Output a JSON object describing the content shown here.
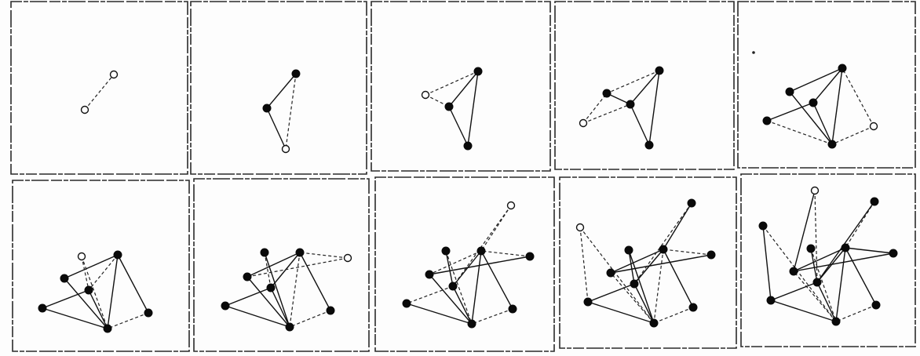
{
  "figure": {
    "description_free": true,
    "panel_count": 10,
    "colors": {
      "ink": "#111111",
      "background": "#fdfdfd",
      "open_node_fill": "#ffffff"
    },
    "panels": [
      {
        "id": 1,
        "nodes": [
          {
            "id": "a",
            "state": "open"
          },
          {
            "id": "b",
            "state": "open"
          }
        ],
        "edges": [
          {
            "from": "a",
            "to": "b",
            "style": "dashed"
          }
        ]
      },
      {
        "id": 2,
        "nodes": [
          {
            "id": "a",
            "state": "filled"
          },
          {
            "id": "b",
            "state": "filled"
          },
          {
            "id": "c",
            "state": "open"
          }
        ],
        "edges": [
          {
            "from": "a",
            "to": "b",
            "style": "solid"
          },
          {
            "from": "a",
            "to": "c",
            "style": "dashed"
          },
          {
            "from": "b",
            "to": "c",
            "style": "solid"
          }
        ]
      },
      {
        "id": 3,
        "nodes": [
          {
            "id": "a",
            "state": "filled"
          },
          {
            "id": "b",
            "state": "filled"
          },
          {
            "id": "c",
            "state": "filled"
          },
          {
            "id": "d",
            "state": "open"
          }
        ],
        "edges": [
          {
            "from": "a",
            "to": "b",
            "style": "solid"
          },
          {
            "from": "b",
            "to": "c",
            "style": "solid"
          },
          {
            "from": "a",
            "to": "c",
            "style": "solid"
          },
          {
            "from": "d",
            "to": "a",
            "style": "dashed"
          },
          {
            "from": "d",
            "to": "b",
            "style": "dashed"
          }
        ]
      },
      {
        "id": 4,
        "nodes": [
          {
            "id": "a",
            "state": "filled"
          },
          {
            "id": "b",
            "state": "filled"
          },
          {
            "id": "c",
            "state": "filled"
          },
          {
            "id": "d",
            "state": "filled"
          },
          {
            "id": "e",
            "state": "open"
          }
        ],
        "edges": [
          {
            "from": "a",
            "to": "d",
            "style": "dashed"
          },
          {
            "from": "a",
            "to": "c",
            "style": "solid"
          },
          {
            "from": "d",
            "to": "b",
            "style": "solid"
          },
          {
            "from": "b",
            "to": "c",
            "style": "solid"
          },
          {
            "from": "b",
            "to": "a",
            "style": "solid"
          },
          {
            "from": "e",
            "to": "d",
            "style": "dashed"
          },
          {
            "from": "e",
            "to": "b",
            "style": "dashed"
          }
        ]
      },
      {
        "id": 5,
        "nodes": [
          {
            "id": "a",
            "state": "filled"
          },
          {
            "id": "b",
            "state": "filled"
          },
          {
            "id": "c",
            "state": "filled"
          },
          {
            "id": "d",
            "state": "filled"
          },
          {
            "id": "e",
            "state": "filled"
          },
          {
            "id": "f",
            "state": "open"
          }
        ],
        "edges": [
          {
            "from": "a",
            "to": "b",
            "style": "solid"
          },
          {
            "from": "a",
            "to": "c",
            "style": "solid"
          },
          {
            "from": "a",
            "to": "d",
            "style": "solid"
          },
          {
            "from": "b",
            "to": "c",
            "style": "solid"
          },
          {
            "from": "c",
            "to": "d",
            "style": "solid"
          },
          {
            "from": "b",
            "to": "e",
            "style": "solid"
          },
          {
            "from": "e",
            "to": "c",
            "style": "dashed"
          },
          {
            "from": "f",
            "to": "c",
            "style": "dashed"
          },
          {
            "from": "f",
            "to": "a",
            "style": "dashed"
          }
        ]
      },
      {
        "id": 6,
        "nodes": [
          {
            "id": "a",
            "state": "filled"
          },
          {
            "id": "b",
            "state": "filled"
          },
          {
            "id": "c",
            "state": "filled"
          },
          {
            "id": "d",
            "state": "filled"
          },
          {
            "id": "e",
            "state": "filled"
          },
          {
            "id": "f",
            "state": "filled"
          },
          {
            "id": "g",
            "state": "open"
          }
        ],
        "edges": [
          {
            "from": "a",
            "to": "b",
            "style": "dashed"
          },
          {
            "from": "a",
            "to": "c",
            "style": "solid"
          },
          {
            "from": "a",
            "to": "d",
            "style": "solid"
          },
          {
            "from": "b",
            "to": "c",
            "style": "solid"
          },
          {
            "from": "c",
            "to": "d",
            "style": "solid"
          },
          {
            "from": "b",
            "to": "e",
            "style": "solid"
          },
          {
            "from": "e",
            "to": "c",
            "style": "solid"
          },
          {
            "from": "f",
            "to": "c",
            "style": "dashed"
          },
          {
            "from": "f",
            "to": "a",
            "style": "solid"
          },
          {
            "from": "g",
            "to": "b",
            "style": "dashed"
          },
          {
            "from": "g",
            "to": "c",
            "style": "dashed"
          }
        ]
      },
      {
        "id": 7,
        "nodes": [
          {
            "id": "a",
            "state": "filled"
          },
          {
            "id": "b",
            "state": "filled"
          },
          {
            "id": "c",
            "state": "filled"
          },
          {
            "id": "d",
            "state": "filled"
          },
          {
            "id": "e",
            "state": "filled"
          },
          {
            "id": "f",
            "state": "filled"
          },
          {
            "id": "g",
            "state": "filled"
          },
          {
            "id": "h",
            "state": "open"
          }
        ],
        "edges": [
          {
            "from": "a",
            "to": "b",
            "style": "solid"
          },
          {
            "from": "a",
            "to": "c",
            "style": "dashed"
          },
          {
            "from": "a",
            "to": "d",
            "style": "solid"
          },
          {
            "from": "b",
            "to": "c",
            "style": "solid"
          },
          {
            "from": "c",
            "to": "d",
            "style": "solid"
          },
          {
            "from": "b",
            "to": "e",
            "style": "solid"
          },
          {
            "from": "e",
            "to": "c",
            "style": "solid"
          },
          {
            "from": "f",
            "to": "c",
            "style": "dashed"
          },
          {
            "from": "f",
            "to": "a",
            "style": "solid"
          },
          {
            "from": "g",
            "to": "b",
            "style": "dashed"
          },
          {
            "from": "g",
            "to": "c",
            "style": "solid"
          },
          {
            "from": "h",
            "to": "a",
            "style": "dashed"
          },
          {
            "from": "h",
            "to": "d",
            "style": "dashed"
          }
        ]
      },
      {
        "id": 8,
        "nodes": [
          {
            "id": "a",
            "state": "filled"
          },
          {
            "id": "b",
            "state": "filled"
          },
          {
            "id": "c",
            "state": "filled"
          },
          {
            "id": "d",
            "state": "filled"
          },
          {
            "id": "e",
            "state": "filled"
          },
          {
            "id": "f",
            "state": "filled"
          },
          {
            "id": "g",
            "state": "filled"
          },
          {
            "id": "h",
            "state": "filled"
          },
          {
            "id": "i",
            "state": "open"
          }
        ],
        "edges": [
          {
            "from": "a",
            "to": "b",
            "style": "solid"
          },
          {
            "from": "a",
            "to": "c",
            "style": "solid"
          },
          {
            "from": "a",
            "to": "d",
            "style": "dashed"
          },
          {
            "from": "b",
            "to": "c",
            "style": "solid"
          },
          {
            "from": "c",
            "to": "d",
            "style": "solid"
          },
          {
            "from": "b",
            "to": "e",
            "style": "dashed"
          },
          {
            "from": "e",
            "to": "c",
            "style": "solid"
          },
          {
            "from": "f",
            "to": "c",
            "style": "dashed"
          },
          {
            "from": "f",
            "to": "a",
            "style": "solid"
          },
          {
            "from": "g",
            "to": "b",
            "style": "solid"
          },
          {
            "from": "g",
            "to": "c",
            "style": "dashed"
          },
          {
            "from": "h",
            "to": "a",
            "style": "dashed"
          },
          {
            "from": "h",
            "to": "d",
            "style": "solid"
          },
          {
            "from": "i",
            "to": "a",
            "style": "dashed"
          },
          {
            "from": "i",
            "to": "b",
            "style": "dashed"
          }
        ]
      },
      {
        "id": 9,
        "nodes": [
          {
            "id": "a",
            "state": "filled"
          },
          {
            "id": "b",
            "state": "filled"
          },
          {
            "id": "c",
            "state": "filled"
          },
          {
            "id": "d",
            "state": "filled"
          },
          {
            "id": "e",
            "state": "filled"
          },
          {
            "id": "f",
            "state": "filled"
          },
          {
            "id": "g",
            "state": "filled"
          },
          {
            "id": "h",
            "state": "filled"
          },
          {
            "id": "i",
            "state": "filled"
          },
          {
            "id": "j",
            "state": "open"
          }
        ],
        "edges": [
          {
            "from": "a",
            "to": "b",
            "style": "solid"
          },
          {
            "from": "a",
            "to": "c",
            "style": "dashed"
          },
          {
            "from": "a",
            "to": "d",
            "style": "solid"
          },
          {
            "from": "b",
            "to": "c",
            "style": "solid"
          },
          {
            "from": "c",
            "to": "d",
            "style": "dashed"
          },
          {
            "from": "b",
            "to": "e",
            "style": "solid"
          },
          {
            "from": "e",
            "to": "c",
            "style": "solid"
          },
          {
            "from": "f",
            "to": "c",
            "style": "dashed"
          },
          {
            "from": "f",
            "to": "a",
            "style": "solid"
          },
          {
            "from": "g",
            "to": "b",
            "style": "solid"
          },
          {
            "from": "g",
            "to": "c",
            "style": "solid"
          },
          {
            "from": "h",
            "to": "a",
            "style": "dashed"
          },
          {
            "from": "h",
            "to": "d",
            "style": "solid"
          },
          {
            "from": "i",
            "to": "a",
            "style": "solid"
          },
          {
            "from": "i",
            "to": "b",
            "style": "dashed"
          },
          {
            "from": "j",
            "to": "c",
            "style": "dashed"
          },
          {
            "from": "j",
            "to": "e",
            "style": "dashed"
          }
        ]
      },
      {
        "id": 10,
        "nodes": [
          {
            "id": "a",
            "state": "filled"
          },
          {
            "id": "b",
            "state": "filled"
          },
          {
            "id": "c",
            "state": "filled"
          },
          {
            "id": "d",
            "state": "filled"
          },
          {
            "id": "e",
            "state": "filled"
          },
          {
            "id": "f",
            "state": "filled"
          },
          {
            "id": "g",
            "state": "filled"
          },
          {
            "id": "h",
            "state": "filled"
          },
          {
            "id": "i",
            "state": "filled"
          },
          {
            "id": "j",
            "state": "filled"
          },
          {
            "id": "k",
            "state": "open"
          }
        ],
        "edges": [
          {
            "from": "a",
            "to": "b",
            "style": "solid"
          },
          {
            "from": "a",
            "to": "c",
            "style": "solid"
          },
          {
            "from": "a",
            "to": "d",
            "style": "solid"
          },
          {
            "from": "b",
            "to": "c",
            "style": "solid"
          },
          {
            "from": "c",
            "to": "d",
            "style": "dashed"
          },
          {
            "from": "b",
            "to": "e",
            "style": "solid"
          },
          {
            "from": "e",
            "to": "c",
            "style": "solid"
          },
          {
            "from": "f",
            "to": "c",
            "style": "dashed"
          },
          {
            "from": "f",
            "to": "a",
            "style": "solid"
          },
          {
            "from": "g",
            "to": "b",
            "style": "solid"
          },
          {
            "from": "g",
            "to": "c",
            "style": "dashed"
          },
          {
            "from": "h",
            "to": "a",
            "style": "solid"
          },
          {
            "from": "h",
            "to": "d",
            "style": "solid"
          },
          {
            "from": "i",
            "to": "a",
            "style": "dashed"
          },
          {
            "from": "i",
            "to": "b",
            "style": "solid"
          },
          {
            "from": "j",
            "to": "c",
            "style": "dashed"
          },
          {
            "from": "j",
            "to": "e",
            "style": "solid"
          },
          {
            "from": "k",
            "to": "d",
            "style": "solid"
          },
          {
            "from": "k",
            "to": "b",
            "style": "dashed"
          }
        ]
      }
    ]
  }
}
